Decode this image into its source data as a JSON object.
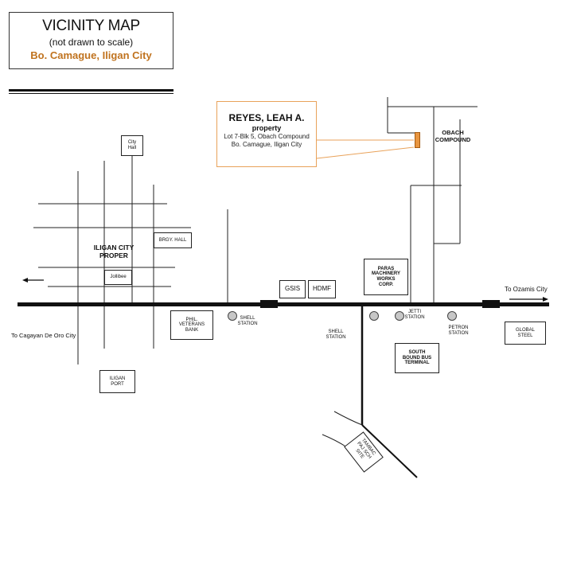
{
  "title": {
    "main": "VICINITY MAP",
    "sub": "(not drawn to scale)",
    "place": "Bo. Camague, Iligan City"
  },
  "property": {
    "owner": "REYES, LEAH A.",
    "tag": "property",
    "line1": "Lot 7-Blk 5, Obach Compound",
    "line2": "Bo. Camague, Iligan City"
  },
  "labels": {
    "city_hall": [
      "City",
      "Hall"
    ],
    "brgy_hall": "BRGY. HALL",
    "iligan_proper": [
      "ILIGAN CITY",
      "PROPER"
    ],
    "jollibee": "Jollibee",
    "gsis": "GSIS",
    "hdmf": "HDMF",
    "paras": [
      "PARAS",
      "MACHINERY",
      "WORKS",
      "CORP."
    ],
    "obach": [
      "OBACH",
      "COMPOUND"
    ],
    "phil_vet": [
      "PHIL.",
      "VETERANS",
      "BANK"
    ],
    "shell1": [
      "SHELL",
      "STATION"
    ],
    "shell2": [
      "SHELL",
      "STATION"
    ],
    "jetti": [
      "JETTI",
      "STATION"
    ],
    "petron": [
      "PETRON",
      "STATION"
    ],
    "global_steel": [
      "GLOBAL",
      "STEEL"
    ],
    "south_bound": [
      "SOUTH",
      "BOUND BUS",
      "TERMINAL"
    ],
    "iligan_port": [
      "ILIGAN",
      "PORT"
    ],
    "to_cagayan": "To Cagayan De Oro City",
    "to_ozamis": "To Ozamis City",
    "tambo": [
      "TAMBAC",
      "PAJ SCH",
      "SITE"
    ]
  }
}
